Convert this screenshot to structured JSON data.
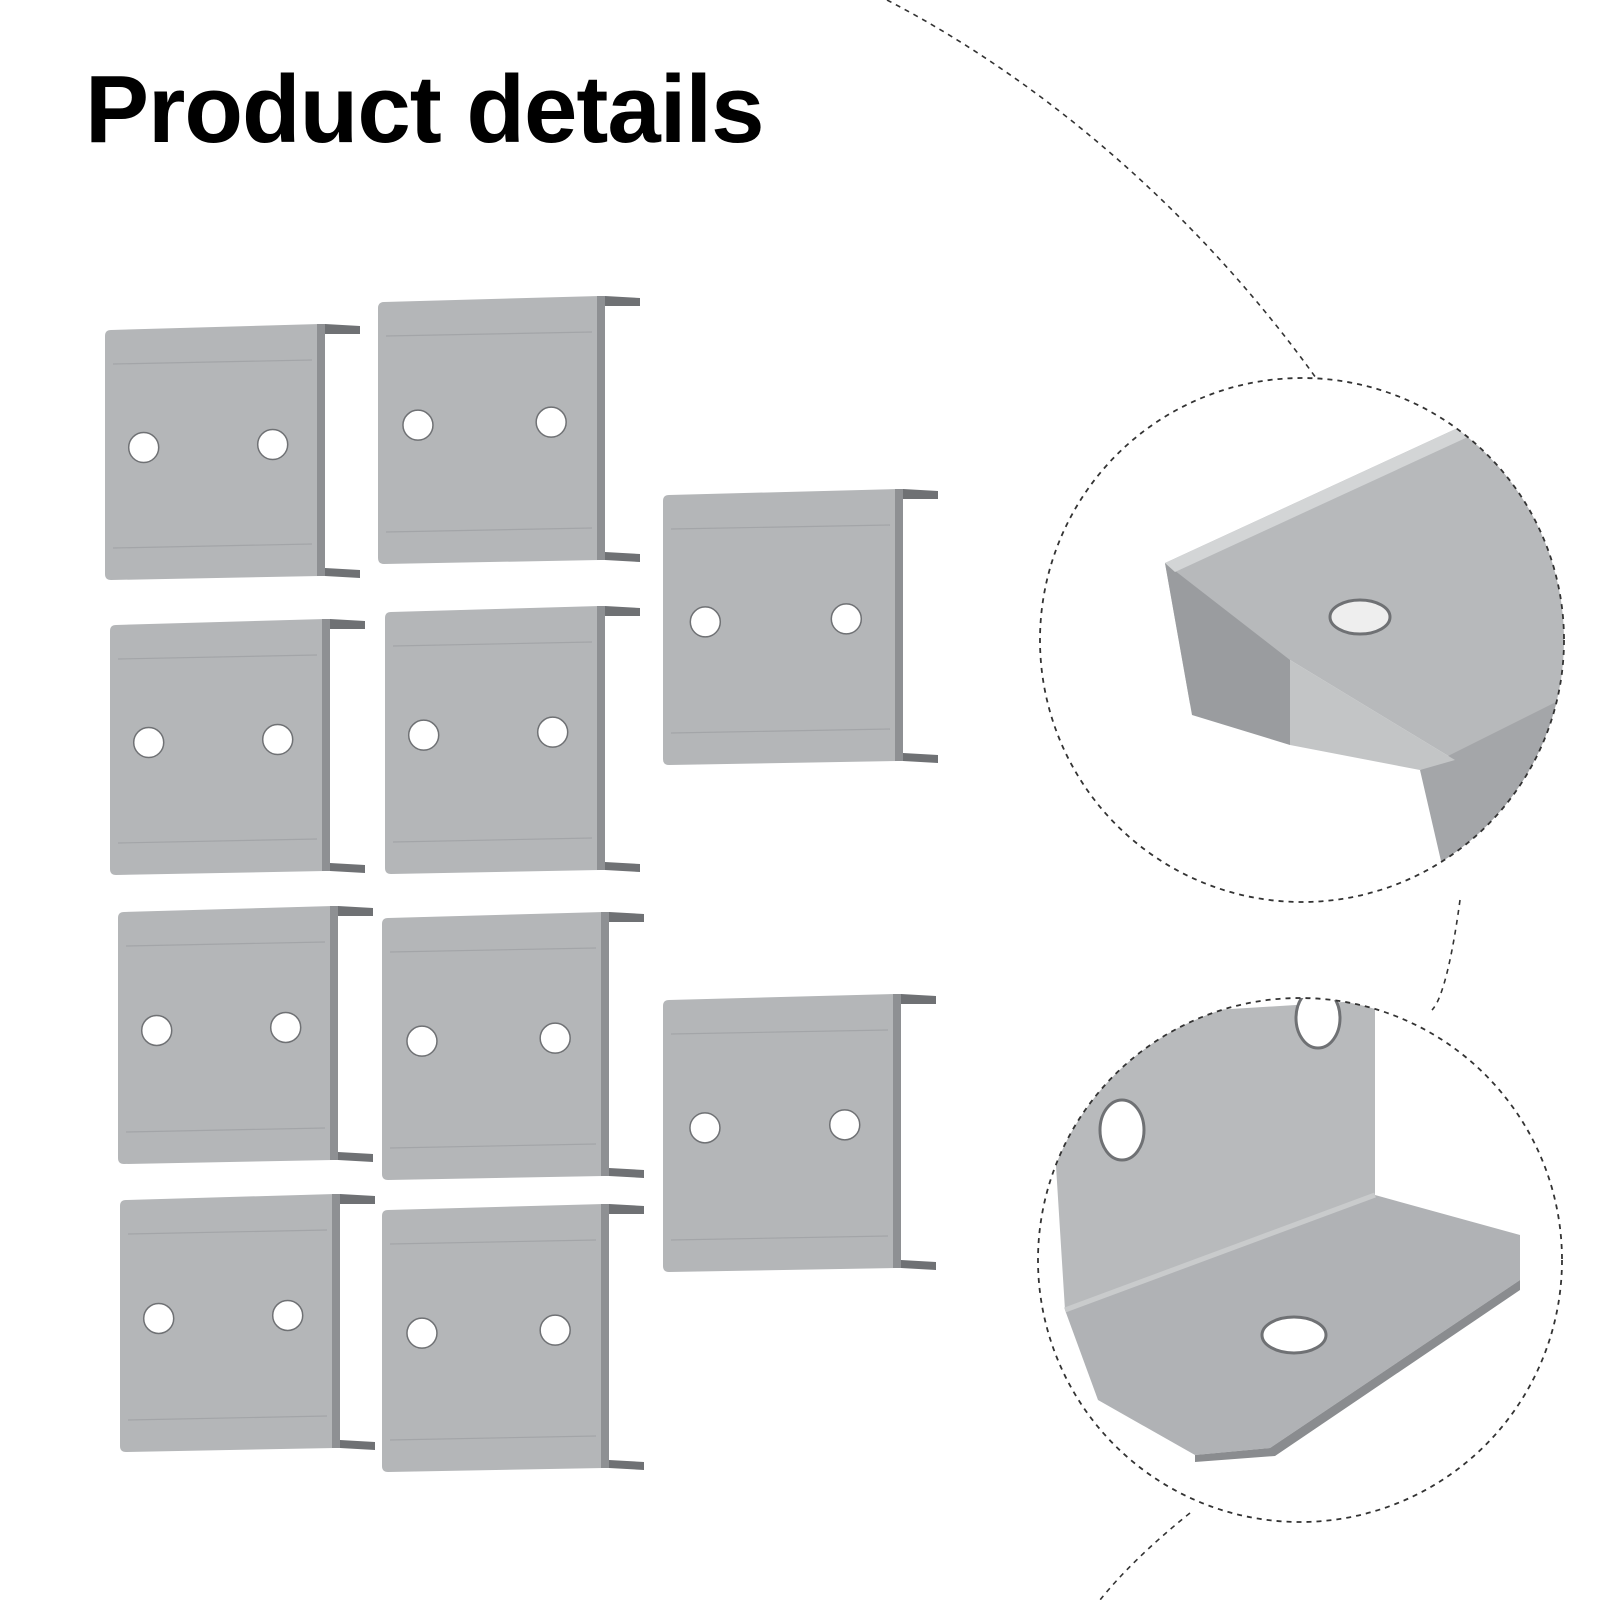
{
  "title": "Product details",
  "colors": {
    "background": "#ffffff",
    "title_text": "#000000",
    "metal_face": "#b4b6b8",
    "metal_flange": "#8e9093",
    "metal_edge": "#6f7174",
    "metal_light": "#cacccd",
    "hole": "#ffffff",
    "dashed_line": "#333333"
  },
  "product": {
    "item_name": "u-shaped-metal-bracket",
    "quantity_shown": 10,
    "holes_per_bracket": 2
  },
  "detail_views": [
    {
      "name": "bracket-flange-closeup"
    },
    {
      "name": "bracket-holes-closeup"
    }
  ]
}
